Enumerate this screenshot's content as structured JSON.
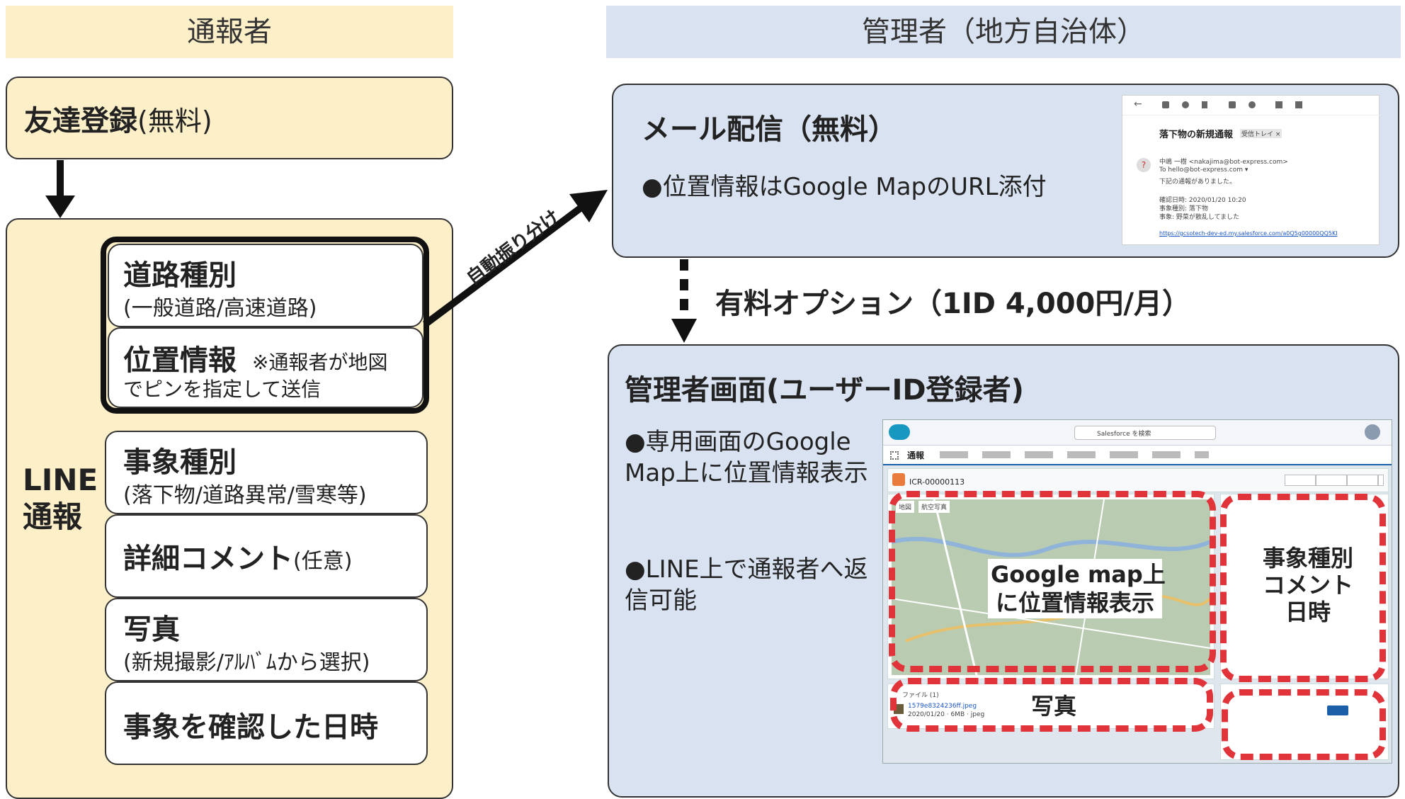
{
  "headers": {
    "reporter": "通報者",
    "admin": "管理者（地方自治体）"
  },
  "left": {
    "friend_title": "友達登録",
    "friend_sub": "(無料)",
    "line_label_1": "LINE",
    "line_label_2": "通報",
    "items": [
      {
        "title": "道路種別",
        "sub": "(一般道路/高速道路)"
      },
      {
        "title": "位置情報",
        "note": "※通報者が地図",
        "sub": "でピンを指定して送信"
      },
      {
        "title": "事象種別",
        "sub": "(落下物/道路異常/雪寒等)"
      },
      {
        "title": "詳細コメント",
        "sub": "(任意)"
      },
      {
        "title": "写真",
        "sub": "(新規撮影/ｱﾙﾊﾞﾑから選択)"
      },
      {
        "title": "事象を確認した日時"
      }
    ]
  },
  "arrow_label": "自動振り分け",
  "mail": {
    "title": "メール配信（無料）",
    "bullet": "●位置情報はGoogle MapのURL添付",
    "shot": {
      "subject": "落下物の新規通報",
      "tag": "受信トレイ ×",
      "from": "中嶋 一樹 <nakajima@bot-express.com>",
      "to": "To hello@bot-express.com ▾",
      "line1": "下記の通報がありました。",
      "line2": "確認日時: 2020/01/20 10:20",
      "line3": "事象種別: 落下物",
      "line4": "事象: 野菜が散乱してました",
      "link": "https://gcsotech-dev-ed.my.salesforce.com/a0Q5g00000QQ5KI"
    }
  },
  "option_label": "有料オプション（1ID 4,000円/月）",
  "admin": {
    "title": "管理者画面(ユーザーID登録者)",
    "bullet1": "●専用画面のGoogle Map上に位置情報表示",
    "bullet2": "●LINE上で通報者へ返信可能",
    "shot": {
      "app_name": "通報",
      "search": "Salesforce を検索",
      "record_id": "ICR-00000113",
      "tab_map": "地図",
      "tab_aerial": "航空写真",
      "files": "ファイル (1)",
      "file_name": "1579e8324236ff.jpeg",
      "file_meta": "2020/01/20 · 6MB · jpeg",
      "labels": {
        "map": "Google map上\nに位置情報表示",
        "right": "事象種別\nコメント\n日時",
        "photo": "写真"
      }
    }
  },
  "colors": {
    "reporter_bg": "#fdefc8",
    "admin_bg": "#d9e2f1",
    "dash": "#e0333a"
  }
}
